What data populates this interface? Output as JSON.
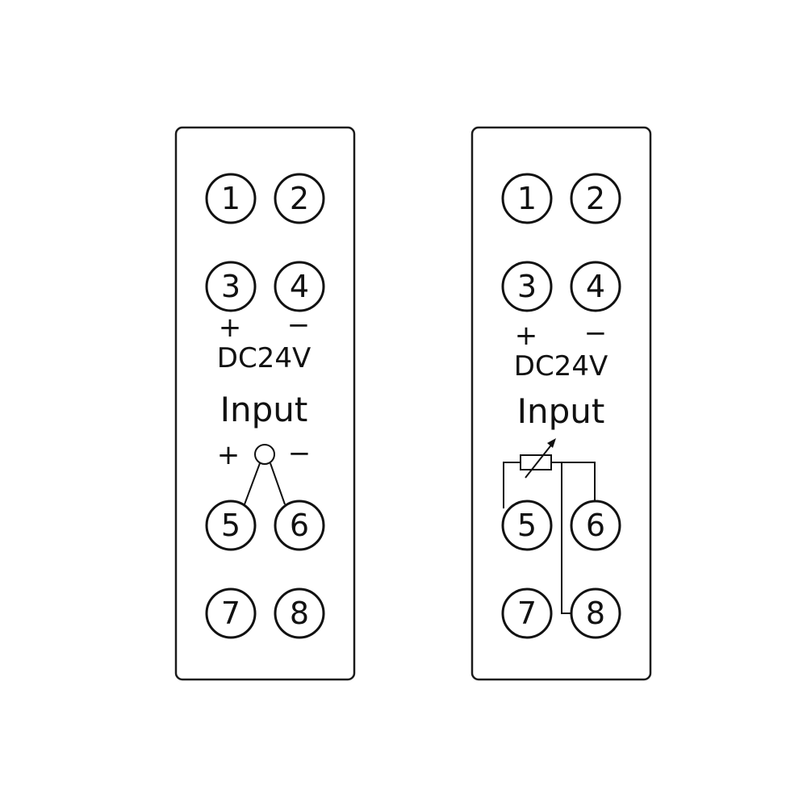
{
  "panels": [
    {
      "id": "thermocouple",
      "terminals": [
        "1",
        "2",
        "3",
        "4",
        "5",
        "6",
        "7",
        "8"
      ],
      "power": {
        "plus": "+",
        "minus": "−",
        "label": "DC24V"
      },
      "input": {
        "label": "Input",
        "plus": "+",
        "minus": "−"
      }
    },
    {
      "id": "rtd",
      "terminals": [
        "1",
        "2",
        "3",
        "4",
        "5",
        "6",
        "7",
        "8"
      ],
      "power": {
        "plus": "+",
        "minus": "−",
        "label": "DC24V"
      },
      "input": {
        "label": "Input"
      }
    }
  ],
  "colors": {
    "line": "#111111",
    "background": "#ffffff"
  }
}
